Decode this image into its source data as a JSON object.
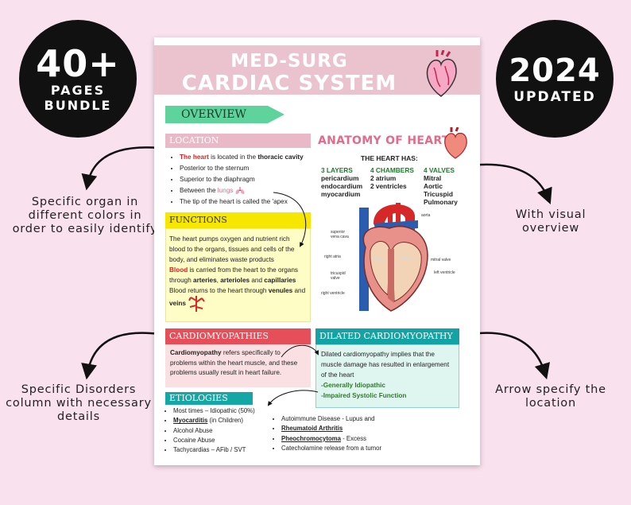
{
  "badges": {
    "left": {
      "big": "40+",
      "line1": "PAGES",
      "line2": "BUNDLE"
    },
    "right": {
      "big": "2024",
      "line1": "UPDATED"
    }
  },
  "callouts": {
    "organ_colors": "Specific organ in different colors in order to easily identify",
    "visual": "With visual overview",
    "disorders": "Specific Disorders column with necessary details",
    "arrow": "Arrow specify the location"
  },
  "doc": {
    "title1": "MED-SURG",
    "title2": "CARDIAC SYSTEM",
    "overview": "OVERVIEW",
    "location": {
      "head": "LOCATION",
      "items": {
        "i1a": "The heart",
        "i1b": " is located in the ",
        "i1c": "thoracic cavity",
        "i2": "Posterior to the sternum",
        "i3": "Superior to the diaphragm",
        "i4a": "Between the ",
        "i4b": "lungs",
        "i5": "The tip of the heart is called the 'apex"
      }
    },
    "functions": {
      "head": "FUNCTIONS",
      "p1": "The heart pumps oxygen and nutrient rich blood to the organs, tissues and cells of the body, and eliminates waste products",
      "p2a": "Blood",
      "p2b": " is carried from the heart to the organs through ",
      "p2c": "arteries",
      "p2d": ", ",
      "p2e": "arterioles",
      "p2f": " and ",
      "p2g": "capillaries",
      "p3a": "Blood returns to the heart through ",
      "p3b": "venules",
      "p3c": " and ",
      "p3d": "veins"
    },
    "anatomy": {
      "title": "ANATOMY OF HEART",
      "heart_has": "THE HEART HAS:",
      "col1": {
        "h": "3 LAYERS",
        "a": "pericardium",
        "b": "endocardium",
        "c": "myocardium"
      },
      "col2": {
        "h": "4 CHAMBERS",
        "a": "2 atrium",
        "b": "2 ventricles"
      },
      "col3": {
        "h": "4 VALVES",
        "a": "Mitral",
        "b": "Aortic",
        "c": "Tricuspid",
        "d": "Pulmonary"
      },
      "labels": {
        "aorta": "aorta",
        "svc1": "superior",
        "svc2": "vena cava",
        "ra": "right atria",
        "mitral": "mitral valve",
        "tri1": "tricuspid",
        "tri2": "valve",
        "lv": "left ventricle",
        "rv": "right ventricle"
      }
    },
    "cardiomyopathies": {
      "head": "CARDIOMYOPATHIES",
      "a": "Cardiomyopathy",
      "b": " refers specifically to problems within the heart muscle, and these problems usually result in heart failure."
    },
    "dilated": {
      "head": "DILATED CARDIOMYOPATHY",
      "text": "Dilated cardiomyopathy implies that the muscle damage has resulted in enlargement of the heart",
      "g1": "-Generally Idiopathic",
      "g2": "-Impaired Systolic Function"
    },
    "etiologies": {
      "head": "ETIOLOGIES",
      "c1": {
        "i1": "Most times – Idiopathic (50%)",
        "i2a": "Myocarditis",
        "i2b": " (in Children)",
        "i3": "Alcohol Abuse",
        "i4": "Cocaine Abuse",
        "i5": "Tachycardias – AFib / SVT"
      },
      "c2": {
        "i1": "Autoimmune Disease - Lupus and",
        "i2": "Rheumatoid Arthritis",
        "i3a": "Pheochromocytoma",
        "i3b": " - Excess",
        "i4": "Catecholamine release from a tumor"
      }
    }
  },
  "colors": {
    "background": "#f9e1ee",
    "title_band": "#eac3cf",
    "overview": "#5ed39c",
    "functions": "#f6e600",
    "cardiomyopathies": "#e64f5a",
    "dilated": "#14a3a4",
    "anatomy_title": "#e36b8a"
  },
  "icons": {
    "title_heart": "heart-icon",
    "anatomy_heart": "heart-icon",
    "lungs": "lungs-icon",
    "vessels": "blood-vessel-icon",
    "diagram": "heart-diagram"
  }
}
